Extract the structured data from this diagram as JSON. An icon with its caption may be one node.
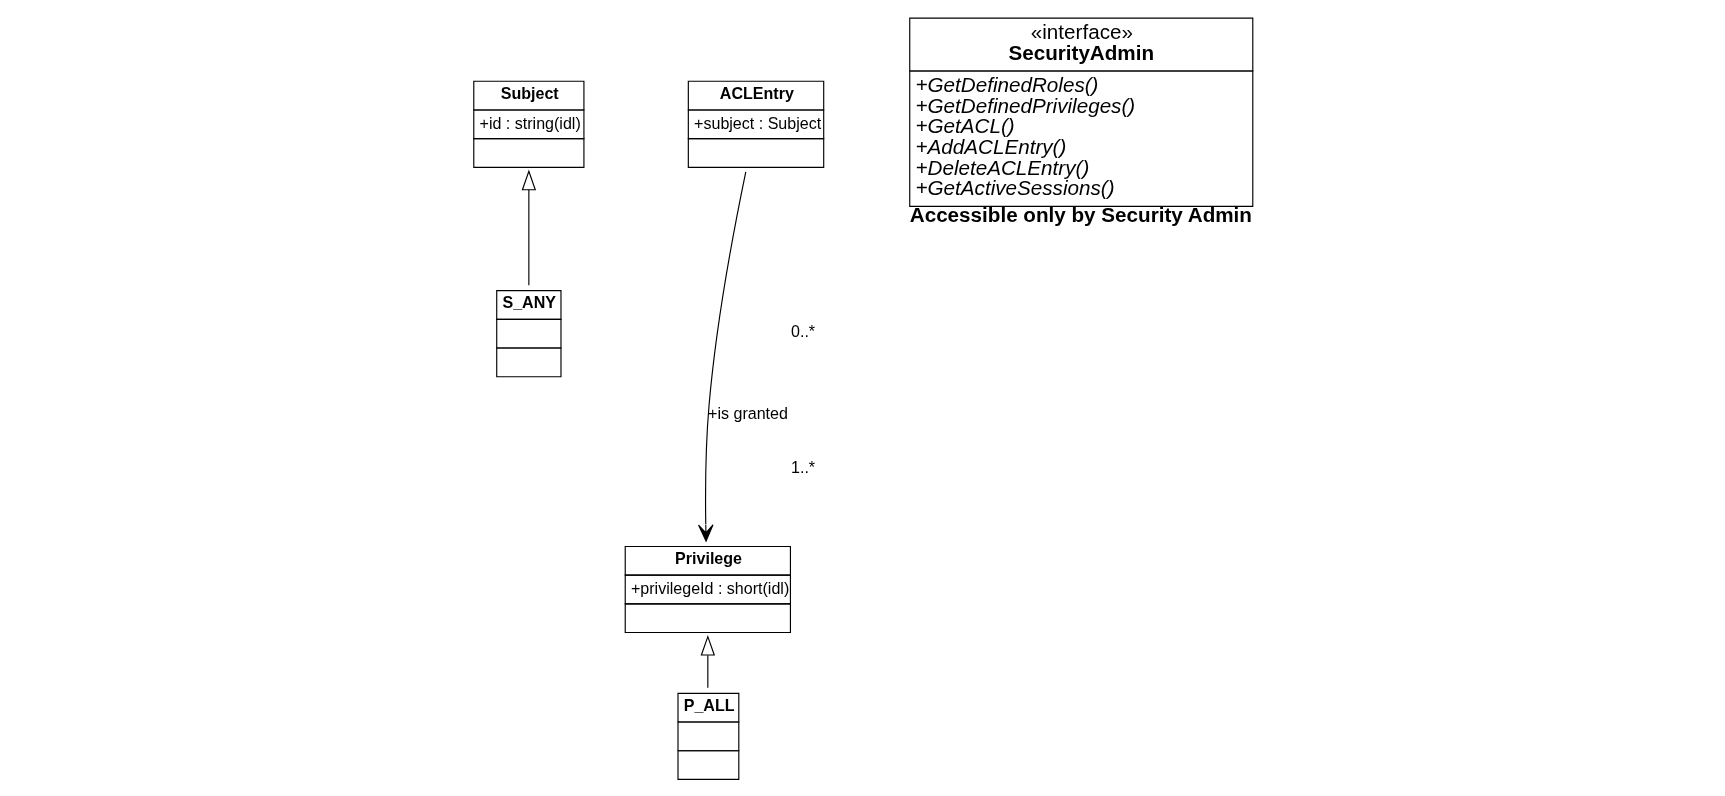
{
  "diagram": {
    "nodes": [
      {
        "text": [
          "Subject",
          "+id : string(idl)"
        ]
      },
      {
        "text": [
          "S_ANY"
        ]
      },
      {
        "text": [
          "ACLEntry",
          "+subject : Subject"
        ]
      },
      {
        "text": [
          "Privilege",
          "+privilegeId : short(idl)"
        ]
      },
      {
        "text": [
          "P_ALL"
        ]
      },
      {
        "text": [
          "«interface»",
          "SecurityAdmin",
          "+GetDefinedRoles()",
          "+GetDefinedPrivileges()",
          "+GetACL()",
          "+AddACLEntry()",
          "+DeleteACLEntry()",
          "+GetActiveSessions()"
        ],
        "beside": [
          "Accessible only by Security Admin"
        ]
      }
    ],
    "edges": [
      {
        "from": 1,
        "to": 0,
        "arrow": "to"
      },
      {
        "from": 2,
        "to": 3,
        "arrow": "to",
        "label": "+is granted"
      },
      {
        "from": 4,
        "to": 3,
        "arrow": "to"
      }
    ],
    "labels": [
      "0..*",
      "1..*"
    ]
  }
}
